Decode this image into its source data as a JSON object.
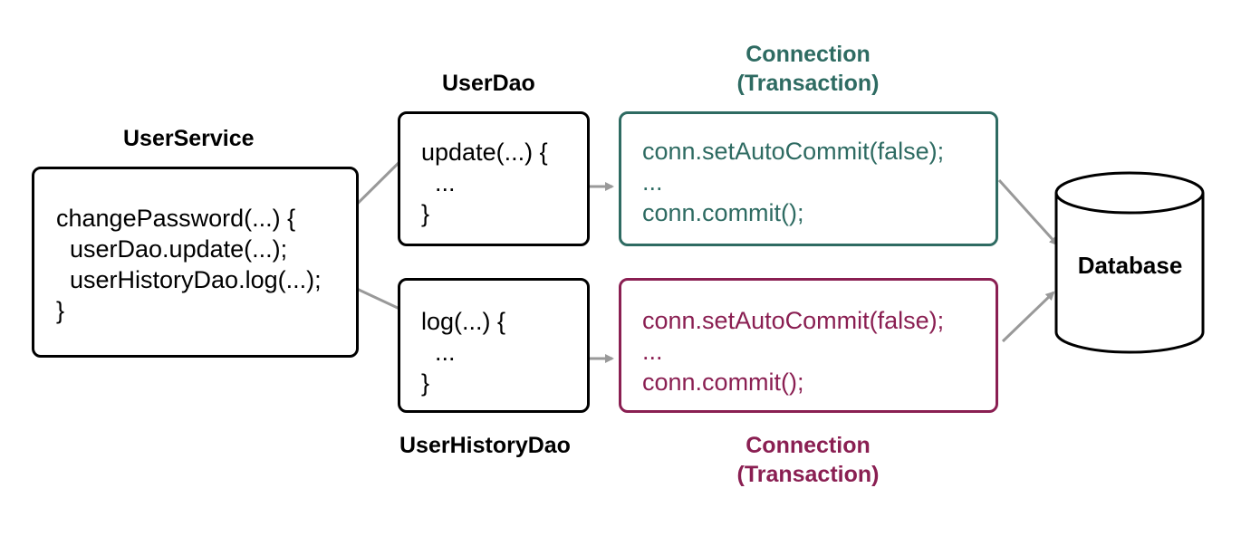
{
  "colors": {
    "teal": "#2e6b62",
    "maroon": "#8a1f52",
    "arrow": "#999999"
  },
  "user_service": {
    "title": "UserService",
    "lines": [
      "changePassword(...) {",
      "  userDao.update(...);",
      "  userHistoryDao.log(...);",
      "}"
    ]
  },
  "user_dao": {
    "title": "UserDao",
    "lines": [
      "update(...) {",
      "  ...",
      "}"
    ]
  },
  "user_history_dao": {
    "title": "UserHistoryDao",
    "lines": [
      "log(...) {",
      "  ...",
      "}"
    ]
  },
  "connection_top": {
    "title_line1": "Connection",
    "title_line2": "(Transaction)",
    "lines": [
      "conn.setAutoCommit(false);",
      "...",
      "conn.commit();"
    ]
  },
  "connection_bottom": {
    "title_line1": "Connection",
    "title_line2": "(Transaction)",
    "lines": [
      "conn.setAutoCommit(false);",
      "...",
      "conn.commit();"
    ]
  },
  "database": {
    "label": "Database"
  }
}
